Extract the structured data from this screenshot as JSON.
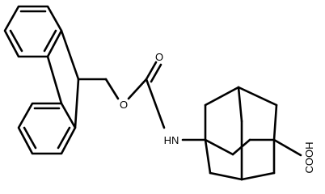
{
  "molecule": {
    "labels": {
      "ester_o": "O",
      "carbonyl_o": "O",
      "nh": "HN",
      "acid": "COOH"
    }
  }
}
